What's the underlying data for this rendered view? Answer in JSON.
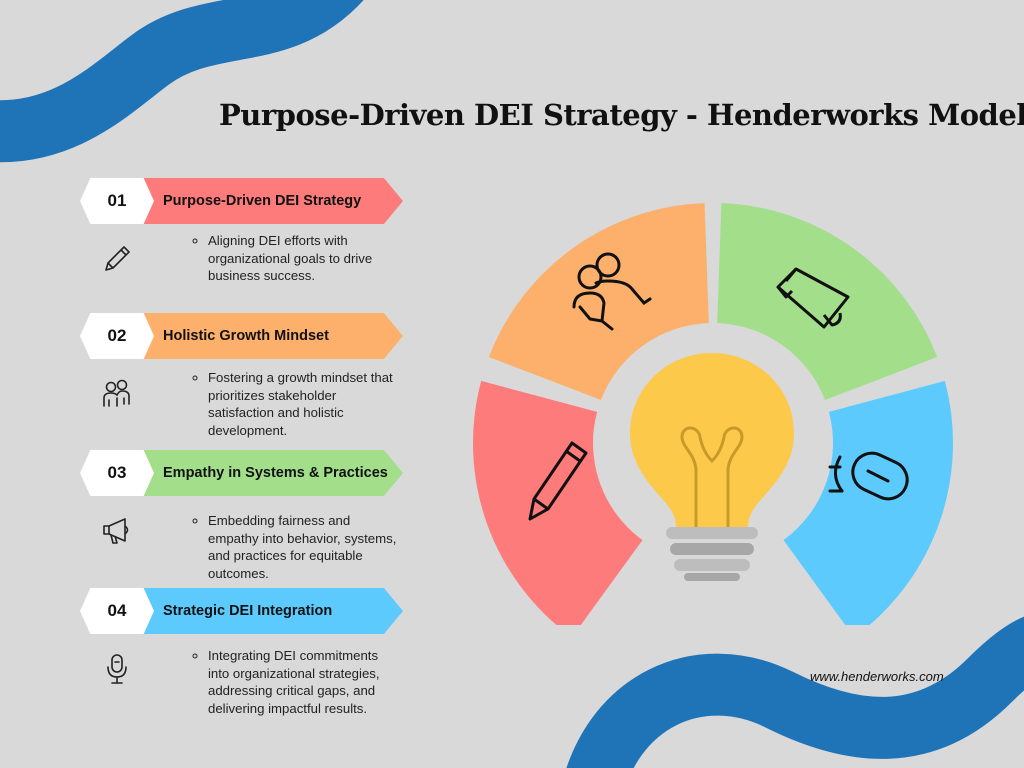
{
  "title": "Purpose-Driven DEI Strategy - Henderworks Model",
  "footer": "www.henderworks.com",
  "colors": {
    "background": "#d9d9d9",
    "wave": "#1f73b7",
    "red": "#fd7b7b",
    "orange": "#fdb06c",
    "green": "#a3df8b",
    "blue": "#5dcafe",
    "bulb": "#fcc94a"
  },
  "steps": [
    {
      "number": "01",
      "title": "Purpose-Driven DEI Strategy",
      "text": "Aligning DEI efforts with organizational goals to drive business success.",
      "icon": "pencil-icon",
      "color": "#fd7b7b"
    },
    {
      "number": "02",
      "title": "Holistic Growth Mindset",
      "text": "Fostering a growth mindset that prioritizes stakeholder satisfaction and holistic development.",
      "icon": "people-icon",
      "color": "#fdb06c"
    },
    {
      "number": "03",
      "title": "Empathy in Systems & Practices",
      "text": "Embedding fairness and empathy into behavior, systems, and practices for equitable outcomes.",
      "icon": "megaphone-icon",
      "color": "#a3df8b"
    },
    {
      "number": "04",
      "title": "Strategic DEI Integration",
      "text": "Integrating DEI commitments into organizational strategies, addressing critical gaps, and delivering impactful results.",
      "icon": "microphone-icon",
      "color": "#5dcafe"
    }
  ]
}
